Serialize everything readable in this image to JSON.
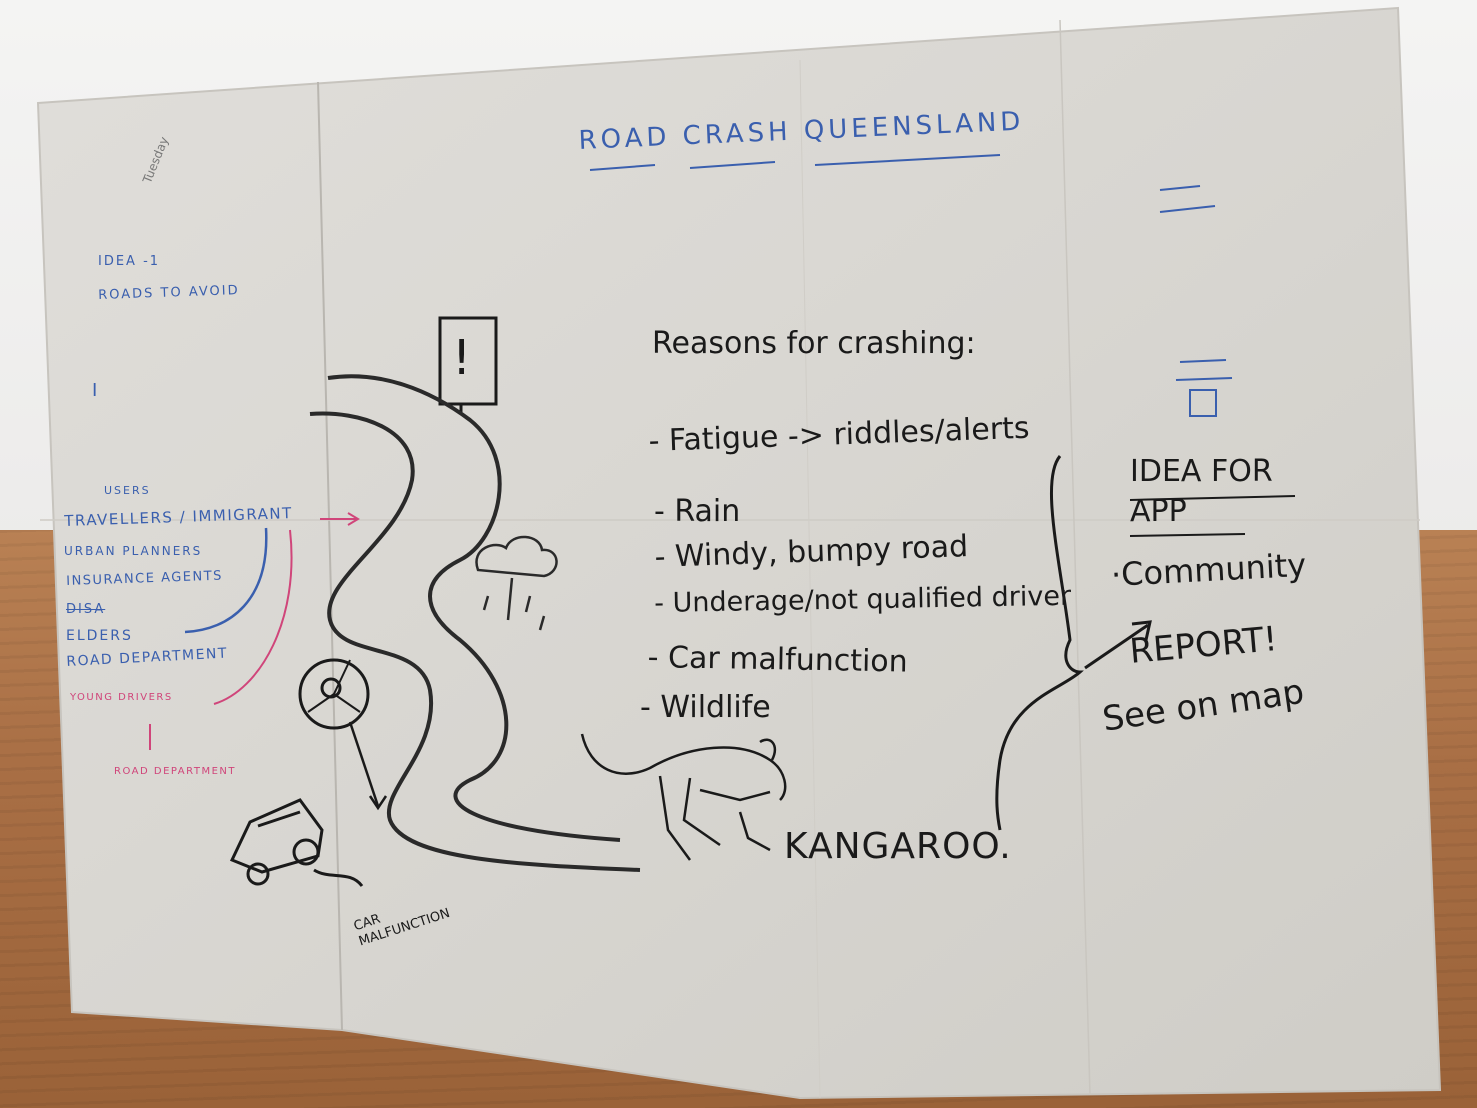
{
  "colors": {
    "paper": "#d9d7d2",
    "blue_marker": "#3a5fae",
    "pink_marker": "#d0457a",
    "black_marker": "#1a1a1a",
    "floor": "#a96f45"
  },
  "title": "ROAD CRASH QUEENSLAND",
  "idea1": {
    "label": "IDEA -1",
    "subtitle": "ROADS TO AVOID",
    "marker": "I"
  },
  "users": {
    "heading": "USERS",
    "items": [
      "TRAVELLERS / IMMIGRANT",
      "URBAN PLANNERS",
      "INSURANCE AGENTS",
      "DISA",
      "ELDERS",
      "ROAD DEPARTMENT",
      "YOUNG DRIVERS"
    ],
    "arrow_to": "ROAD DEPARTMENT"
  },
  "reasons": {
    "heading": "Reasons for crashing:",
    "items": [
      "- Fatigue -> riddles/alerts",
      "- Rain",
      "- Windy, bumpy road",
      "- Underage/not qualified driver",
      "- Car malfunction",
      "- Wildlife"
    ]
  },
  "sketch_labels": {
    "kangaroo": "KANGAROO.",
    "car": "CAR MALFUNCTION",
    "sign": "!"
  },
  "app_idea": {
    "heading": "IDEA FOR APP",
    "line1": "·Community",
    "line2": "REPORT!",
    "line3": "See on map"
  },
  "corner_note": "Tuesday"
}
